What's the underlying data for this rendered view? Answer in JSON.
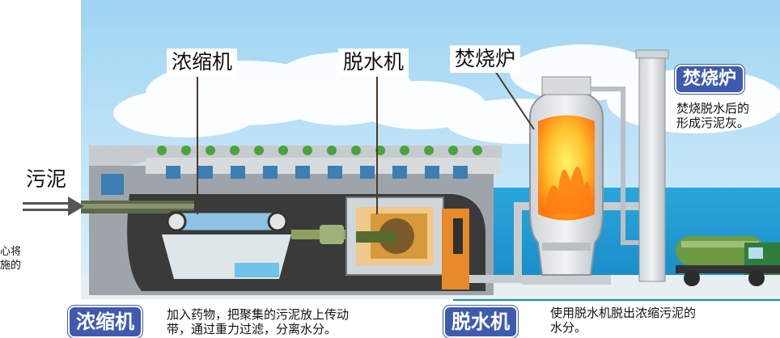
{
  "labels": {
    "thickener": "浓缩机",
    "dewatering": "脱水机",
    "incinerator": "焚烧炉",
    "sludge_input": "污泥"
  },
  "left_fragment": {
    "line1": "心将",
    "line2": "施的"
  },
  "info": {
    "incinerator": {
      "badge": "焚烧炉",
      "line1": "焚烧脱水后的",
      "line2": "形成污泥灰。"
    },
    "thickener": {
      "badge": "浓缩机",
      "line1": "加入药物，把聚集的污泥放上传动",
      "line2": "带，通过重力过滤，分离水分。"
    },
    "dewatering": {
      "badge": "脱水机",
      "line1": "使用脱水机脱出浓缩污泥的",
      "line2": "水分。"
    }
  },
  "colors": {
    "badge": "#3f5bb0",
    "sky": "#bfe3f7",
    "sea": "#1f9fd9",
    "flame": "#ff9a1a",
    "building": "#a9aeb4"
  }
}
